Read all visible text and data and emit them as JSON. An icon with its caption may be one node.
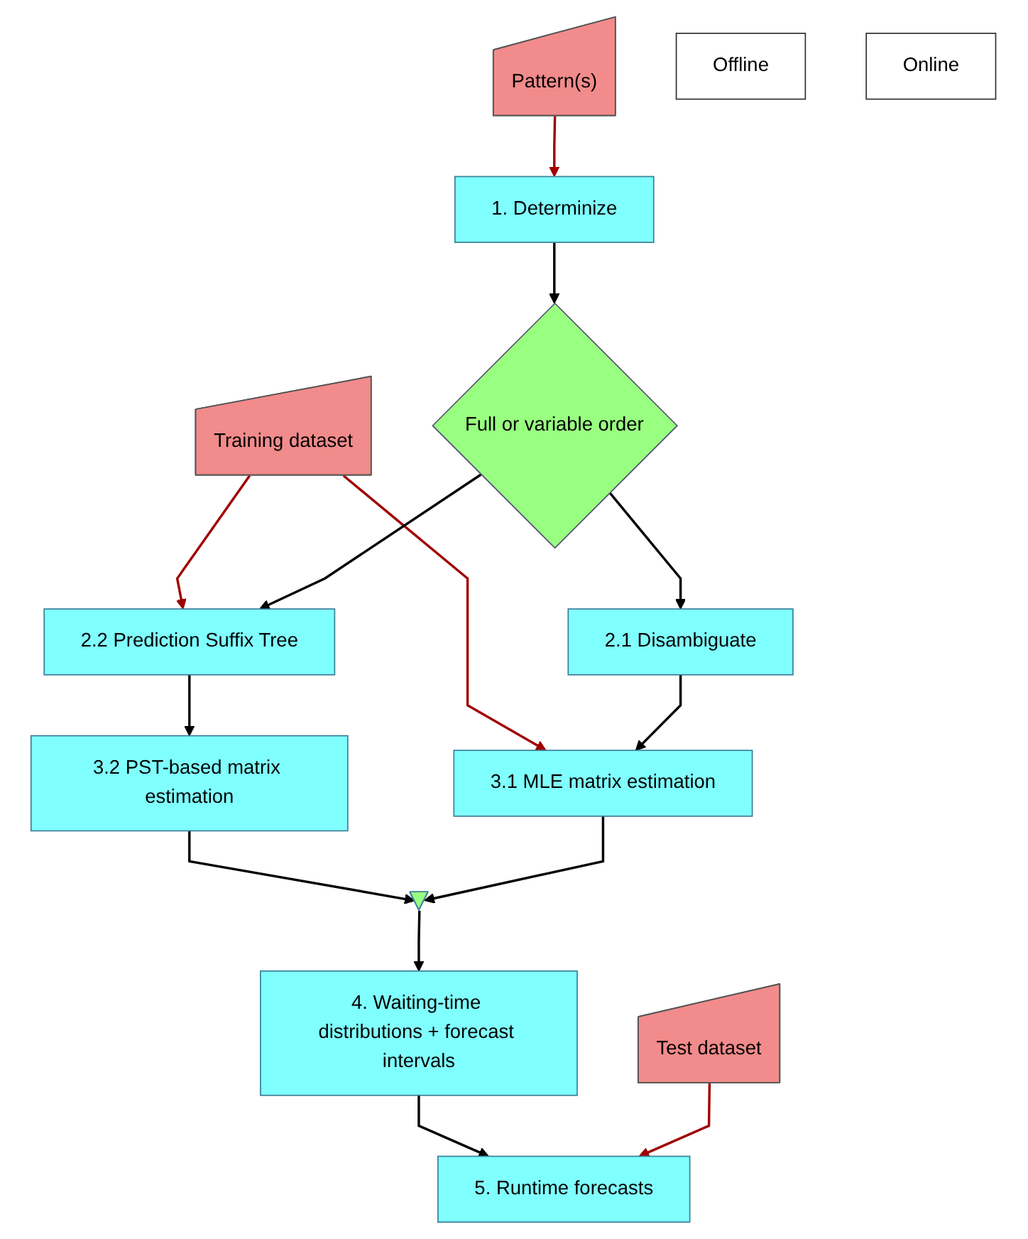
{
  "diagram": {
    "nodes": [
      {
        "text": [
          "Pattern(s)"
        ]
      },
      {
        "text": [
          "1. Determinize"
        ]
      },
      {
        "text": [
          "Training dataset"
        ]
      },
      {
        "text": [
          "Full or variable order"
        ]
      },
      {
        "text": [
          "2.2 Prediction Suffix Tree"
        ]
      },
      {
        "text": [
          "2.1 Disambiguate"
        ]
      },
      {
        "text": [
          "3.2 PST-based matrix estimation"
        ]
      },
      {
        "text": [
          "3.1 MLE matrix estimation"
        ]
      },
      {
        "text": [],
        "shape": "triangle"
      },
      {
        "text": [
          "4. Waiting-time distributions + forecast intervals"
        ]
      },
      {
        "text": [
          "Offline"
        ]
      },
      {
        "text": [
          "Test dataset"
        ]
      },
      {
        "text": [
          "5. Runtime forecasts"
        ]
      },
      {
        "text": [
          "Online"
        ]
      }
    ],
    "edges": [
      {
        "from": 0,
        "to": 1,
        "arrow": "to",
        "color": "#a00000"
      },
      {
        "from": 1,
        "to": 3,
        "arrow": "to"
      },
      {
        "from": 2,
        "to": 4,
        "arrow": "to",
        "color": "#a00000"
      },
      {
        "from": 2,
        "to": 7,
        "arrow": "to",
        "color": "#a00000"
      },
      {
        "from": 3,
        "to": 4,
        "arrow": "to"
      },
      {
        "from": 3,
        "to": 5,
        "arrow": "to"
      },
      {
        "from": 4,
        "to": 6,
        "arrow": "to"
      },
      {
        "from": 5,
        "to": 7,
        "arrow": "to"
      },
      {
        "from": 6,
        "to": 8,
        "arrow": "to"
      },
      {
        "from": 7,
        "to": 8,
        "arrow": "to"
      },
      {
        "from": 8,
        "to": 9,
        "arrow": "to"
      },
      {
        "from": 9,
        "to": 12,
        "arrow": "to"
      },
      {
        "from": 11,
        "to": 12,
        "arrow": "to",
        "color": "#a00000"
      }
    ]
  }
}
